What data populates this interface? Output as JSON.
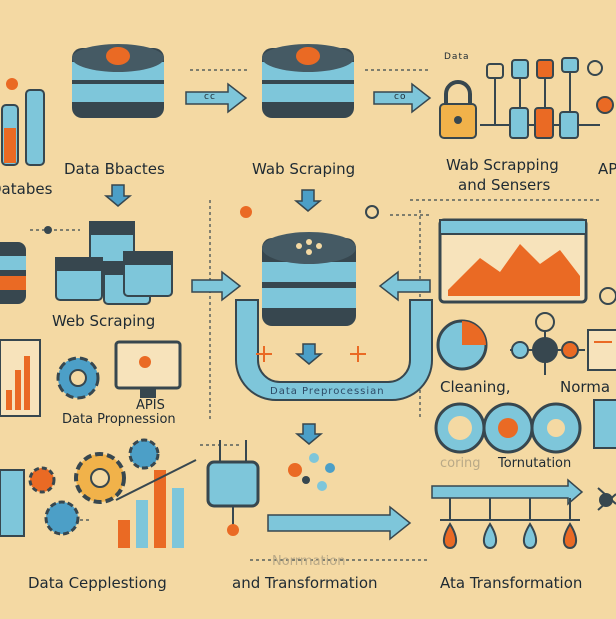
{
  "colors": {
    "background": "#f4d9a3",
    "dark": "#37474f",
    "blue": "#7ec6da",
    "orange": "#ea6a24",
    "arrow_blue": "#4c9fc7"
  },
  "labels": {
    "data_bbactes": "Data Bbactes",
    "databes": "Databes",
    "wab_scraping": "Wab Scraping",
    "data_small": "Data",
    "wab_scrapping_line1": "Wab Scrapping",
    "wab_scrapping_line2": "and Sensers",
    "api_cut": "AP",
    "web_scraping": "Web Scraping",
    "apis": "APIS",
    "data_propnession": "Data Propnession",
    "data_preprocessing_banner": "Data Preprocessian",
    "cleaning": "Cleaning,",
    "norma": "Norma",
    "tornutation_faded": "coring",
    "tornutation": "Tornutation",
    "norrmation": "Norrmation",
    "and_transformation": "and Transformation",
    "data_cepplestiong": "Data Cepplestiong",
    "ata_transformation": "Ata Transformation",
    "tag_arrow": "cc",
    "tag_arrow2": "co"
  },
  "icons": [
    "database-icon",
    "test-tubes-icon",
    "server-cubes-icon",
    "gear-icon",
    "monitor-icon",
    "bar-chart-icon",
    "padlock-icon",
    "network-icon",
    "line-chart-window-icon",
    "pie-chart-icon",
    "document-icon",
    "droplet-icon",
    "flask-icon",
    "molecule-icon"
  ]
}
